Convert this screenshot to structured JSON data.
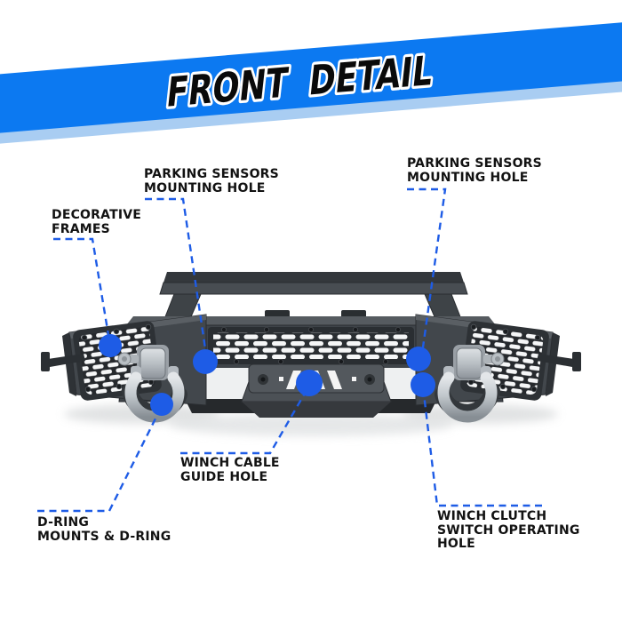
{
  "banner": {
    "title": "FRONT  DETAIL",
    "color_main": "#0c79f1",
    "color_shadow": "#a9cdf2",
    "text_color": "#0a0a0a",
    "text_outline": "#ffffff"
  },
  "callouts": {
    "parking_left": {
      "lines": [
        "PARKING SENSORS",
        "MOUNTING HOLE"
      ]
    },
    "parking_right": {
      "lines": [
        "PARKING SENSORS",
        "MOUNTING HOLE"
      ]
    },
    "decorative_frames": {
      "lines": [
        "DECORATIVE",
        "FRAMES"
      ]
    },
    "winch_cable": {
      "lines": [
        "WINCH CABLE",
        "GUIDE HOLE"
      ]
    },
    "d_ring": {
      "lines": [
        "D-RING",
        "MOUNTS & D-RING"
      ]
    },
    "winch_clutch": {
      "lines": [
        "WINCH CLUTCH",
        "SWITCH OPERATING",
        "HOLE"
      ]
    }
  },
  "colors": {
    "callout": "#1e5ce6",
    "label_text": "#121212",
    "bumper_body": "#3f4449",
    "bumper_dark": "#26292c",
    "mesh_white": "#f5f6f7",
    "valance_white": "#eef0f1",
    "dring_silver": "#c7ccd1"
  }
}
